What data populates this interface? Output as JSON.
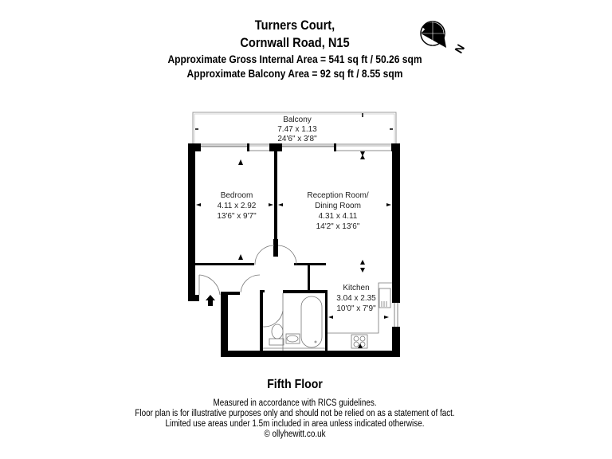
{
  "header": {
    "building": "Turners Court,",
    "address": "Cornwall Road, N15",
    "gross_internal_area": "Approximate Gross Internal Area = 541 sq ft / 50.26 sqm",
    "balcony_area": "Approximate Balcony Area = 92 sq ft / 8.55 sqm"
  },
  "compass": {
    "icon": "north-compass-icon",
    "label": "N"
  },
  "rooms": {
    "balcony": {
      "name": "Balcony",
      "metric": "7.47 x 1.13",
      "imperial": "24'6\" x 3'8\""
    },
    "bedroom": {
      "name": "Bedroom",
      "metric": "4.11 x 2.92",
      "imperial": "13'6\" x 9'7\""
    },
    "reception": {
      "name": "Reception Room/",
      "name2": "Dining Room",
      "metric": "4.31 x 4.11",
      "imperial": "14'2\" x 13'6\""
    },
    "kitchen": {
      "name": "Kitchen",
      "metric": "3.04 x 2.35",
      "imperial": "10'0\" x 7'9\""
    }
  },
  "entrance": {
    "icon": "entrance-arrow-icon"
  },
  "footer": {
    "floor": "Fifth Floor",
    "notes": [
      "Measured in accordance with RICS guidelines.",
      "Floor plan is for illustrative purposes only and should not be relied on as a statement of fact.",
      "Limited use areas under 1.5m included in area unless indicated otherwise.",
      "© ollyhewitt.co.uk"
    ]
  },
  "colors": {
    "wall": "#000000",
    "thin_line": "#888888",
    "text": "#222222"
  }
}
